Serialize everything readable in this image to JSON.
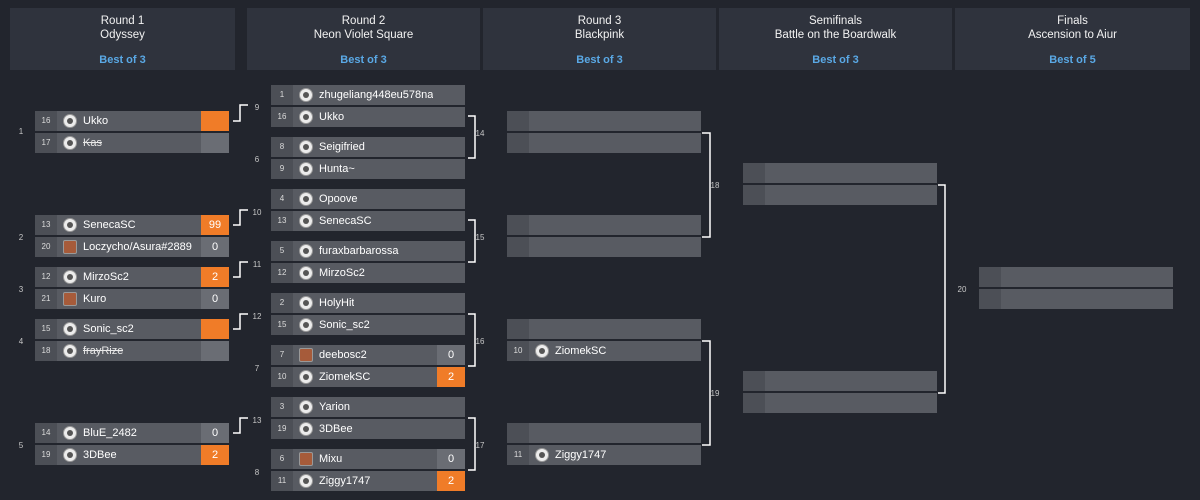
{
  "rounds": [
    {
      "name": "Round 1",
      "map": "Odyssey",
      "best_of": "Best of 3"
    },
    {
      "name": "Round 2",
      "map": "Neon Violet Square",
      "best_of": "Best of 3"
    },
    {
      "name": "Round 3",
      "map": "Blackpink",
      "best_of": "Best of 3"
    },
    {
      "name": "Semifinals",
      "map": "Battle on the Boardwalk",
      "best_of": "Best of 3"
    },
    {
      "name": "Finals",
      "map": "Ascension to Aiur",
      "best_of": "Best of 5"
    }
  ],
  "colors": {
    "background": "#22252d",
    "header": "#2f333d",
    "row": "#585b62",
    "win_score": "#f07c28",
    "best_of": "#5aa9e6"
  },
  "round1": [
    {
      "num": "1",
      "p1": {
        "seed": "16",
        "name": "Ukko",
        "score": "",
        "win": true
      },
      "p2": {
        "seed": "17",
        "name": "Kas",
        "score": "",
        "win": false,
        "strike": true
      }
    },
    {
      "num": "2",
      "p1": {
        "seed": "13",
        "name": "SenecaSC",
        "score": "99",
        "win": true
      },
      "p2": {
        "seed": "20",
        "name": "Loczycho/Asura#2889",
        "score": "0",
        "win": false,
        "avatar": "photo"
      }
    },
    {
      "num": "3",
      "p1": {
        "seed": "12",
        "name": "MirzoSc2",
        "score": "2",
        "win": true
      },
      "p2": {
        "seed": "21",
        "name": "Kuro",
        "score": "0",
        "win": false,
        "avatar": "photo"
      }
    },
    {
      "num": "4",
      "p1": {
        "seed": "15",
        "name": "Sonic_sc2",
        "score": "",
        "win": true
      },
      "p2": {
        "seed": "18",
        "name": "frayRize",
        "score": "",
        "win": false,
        "strike": true
      }
    },
    {
      "num": "5",
      "p1": {
        "seed": "14",
        "name": "BluE_2482",
        "score": "0",
        "win": false
      },
      "p2": {
        "seed": "19",
        "name": "3DBee",
        "score": "2",
        "win": true
      }
    }
  ],
  "round2": [
    {
      "num": "9",
      "p1": {
        "seed": "1",
        "name": "zhugeliang448eu578na"
      },
      "p2": {
        "seed": "16",
        "name": "Ukko"
      }
    },
    {
      "num": "6",
      "p1": {
        "seed": "8",
        "name": "Seigifried"
      },
      "p2": {
        "seed": "9",
        "name": "Hunta~"
      }
    },
    {
      "num": "10",
      "p1": {
        "seed": "4",
        "name": "Opoove"
      },
      "p2": {
        "seed": "13",
        "name": "SenecaSC"
      }
    },
    {
      "num": "11",
      "p1": {
        "seed": "5",
        "name": "furaxbarbarossa"
      },
      "p2": {
        "seed": "12",
        "name": "MirzoSc2"
      }
    },
    {
      "num": "12",
      "p1": {
        "seed": "2",
        "name": "HolyHit"
      },
      "p2": {
        "seed": "15",
        "name": "Sonic_sc2"
      }
    },
    {
      "num": "7",
      "p1": {
        "seed": "7",
        "name": "deebosc2",
        "score": "0",
        "win": false,
        "avatar": "photo"
      },
      "p2": {
        "seed": "10",
        "name": "ZiomekSC",
        "score": "2",
        "win": true
      }
    },
    {
      "num": "13",
      "p1": {
        "seed": "3",
        "name": "Yarion"
      },
      "p2": {
        "seed": "19",
        "name": "3DBee"
      }
    },
    {
      "num": "8",
      "p1": {
        "seed": "6",
        "name": "Mixu",
        "score": "0",
        "win": false,
        "avatar": "photo"
      },
      "p2": {
        "seed": "11",
        "name": "Ziggy1747",
        "score": "2",
        "win": true
      }
    }
  ],
  "round3": [
    {
      "num": "14",
      "p1": {},
      "p2": {}
    },
    {
      "num": "15",
      "p1": {},
      "p2": {}
    },
    {
      "num": "16",
      "p1": {},
      "p2": {
        "seed": "10",
        "name": "ZiomekSC"
      }
    },
    {
      "num": "17",
      "p1": {},
      "p2": {
        "seed": "11",
        "name": "Ziggy1747"
      }
    }
  ],
  "semis": [
    {
      "num": "18",
      "p1": {},
      "p2": {}
    },
    {
      "num": "19",
      "p1": {},
      "p2": {}
    }
  ],
  "finals": [
    {
      "num": "20",
      "p1": {},
      "p2": {}
    }
  ]
}
